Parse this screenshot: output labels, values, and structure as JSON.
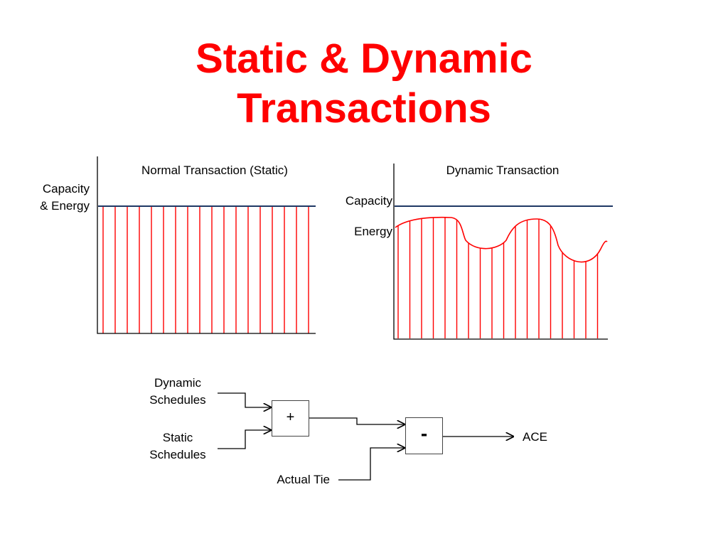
{
  "title": {
    "line1": "Static & Dynamic",
    "line2": "Transactions"
  },
  "static_panel": {
    "heading": "Normal Transaction (Static)",
    "axis_label_line1": "Capacity",
    "axis_label_line2": "& Energy"
  },
  "dynamic_panel": {
    "heading": "Dynamic Transaction",
    "capacity_label": "Capacity",
    "energy_label": "Energy"
  },
  "flow": {
    "dynamic_line1": "Dynamic",
    "dynamic_line2": "Schedules",
    "static_line1": "Static",
    "static_line2": "Schedules",
    "actual_tie": "Actual Tie",
    "plus_symbol": "+",
    "minus_symbol": "-",
    "output": "ACE"
  },
  "colors": {
    "title": "#ff0000",
    "hatch": "#ff0000",
    "capacity_line": "#1f3864",
    "lines": "#000000"
  }
}
